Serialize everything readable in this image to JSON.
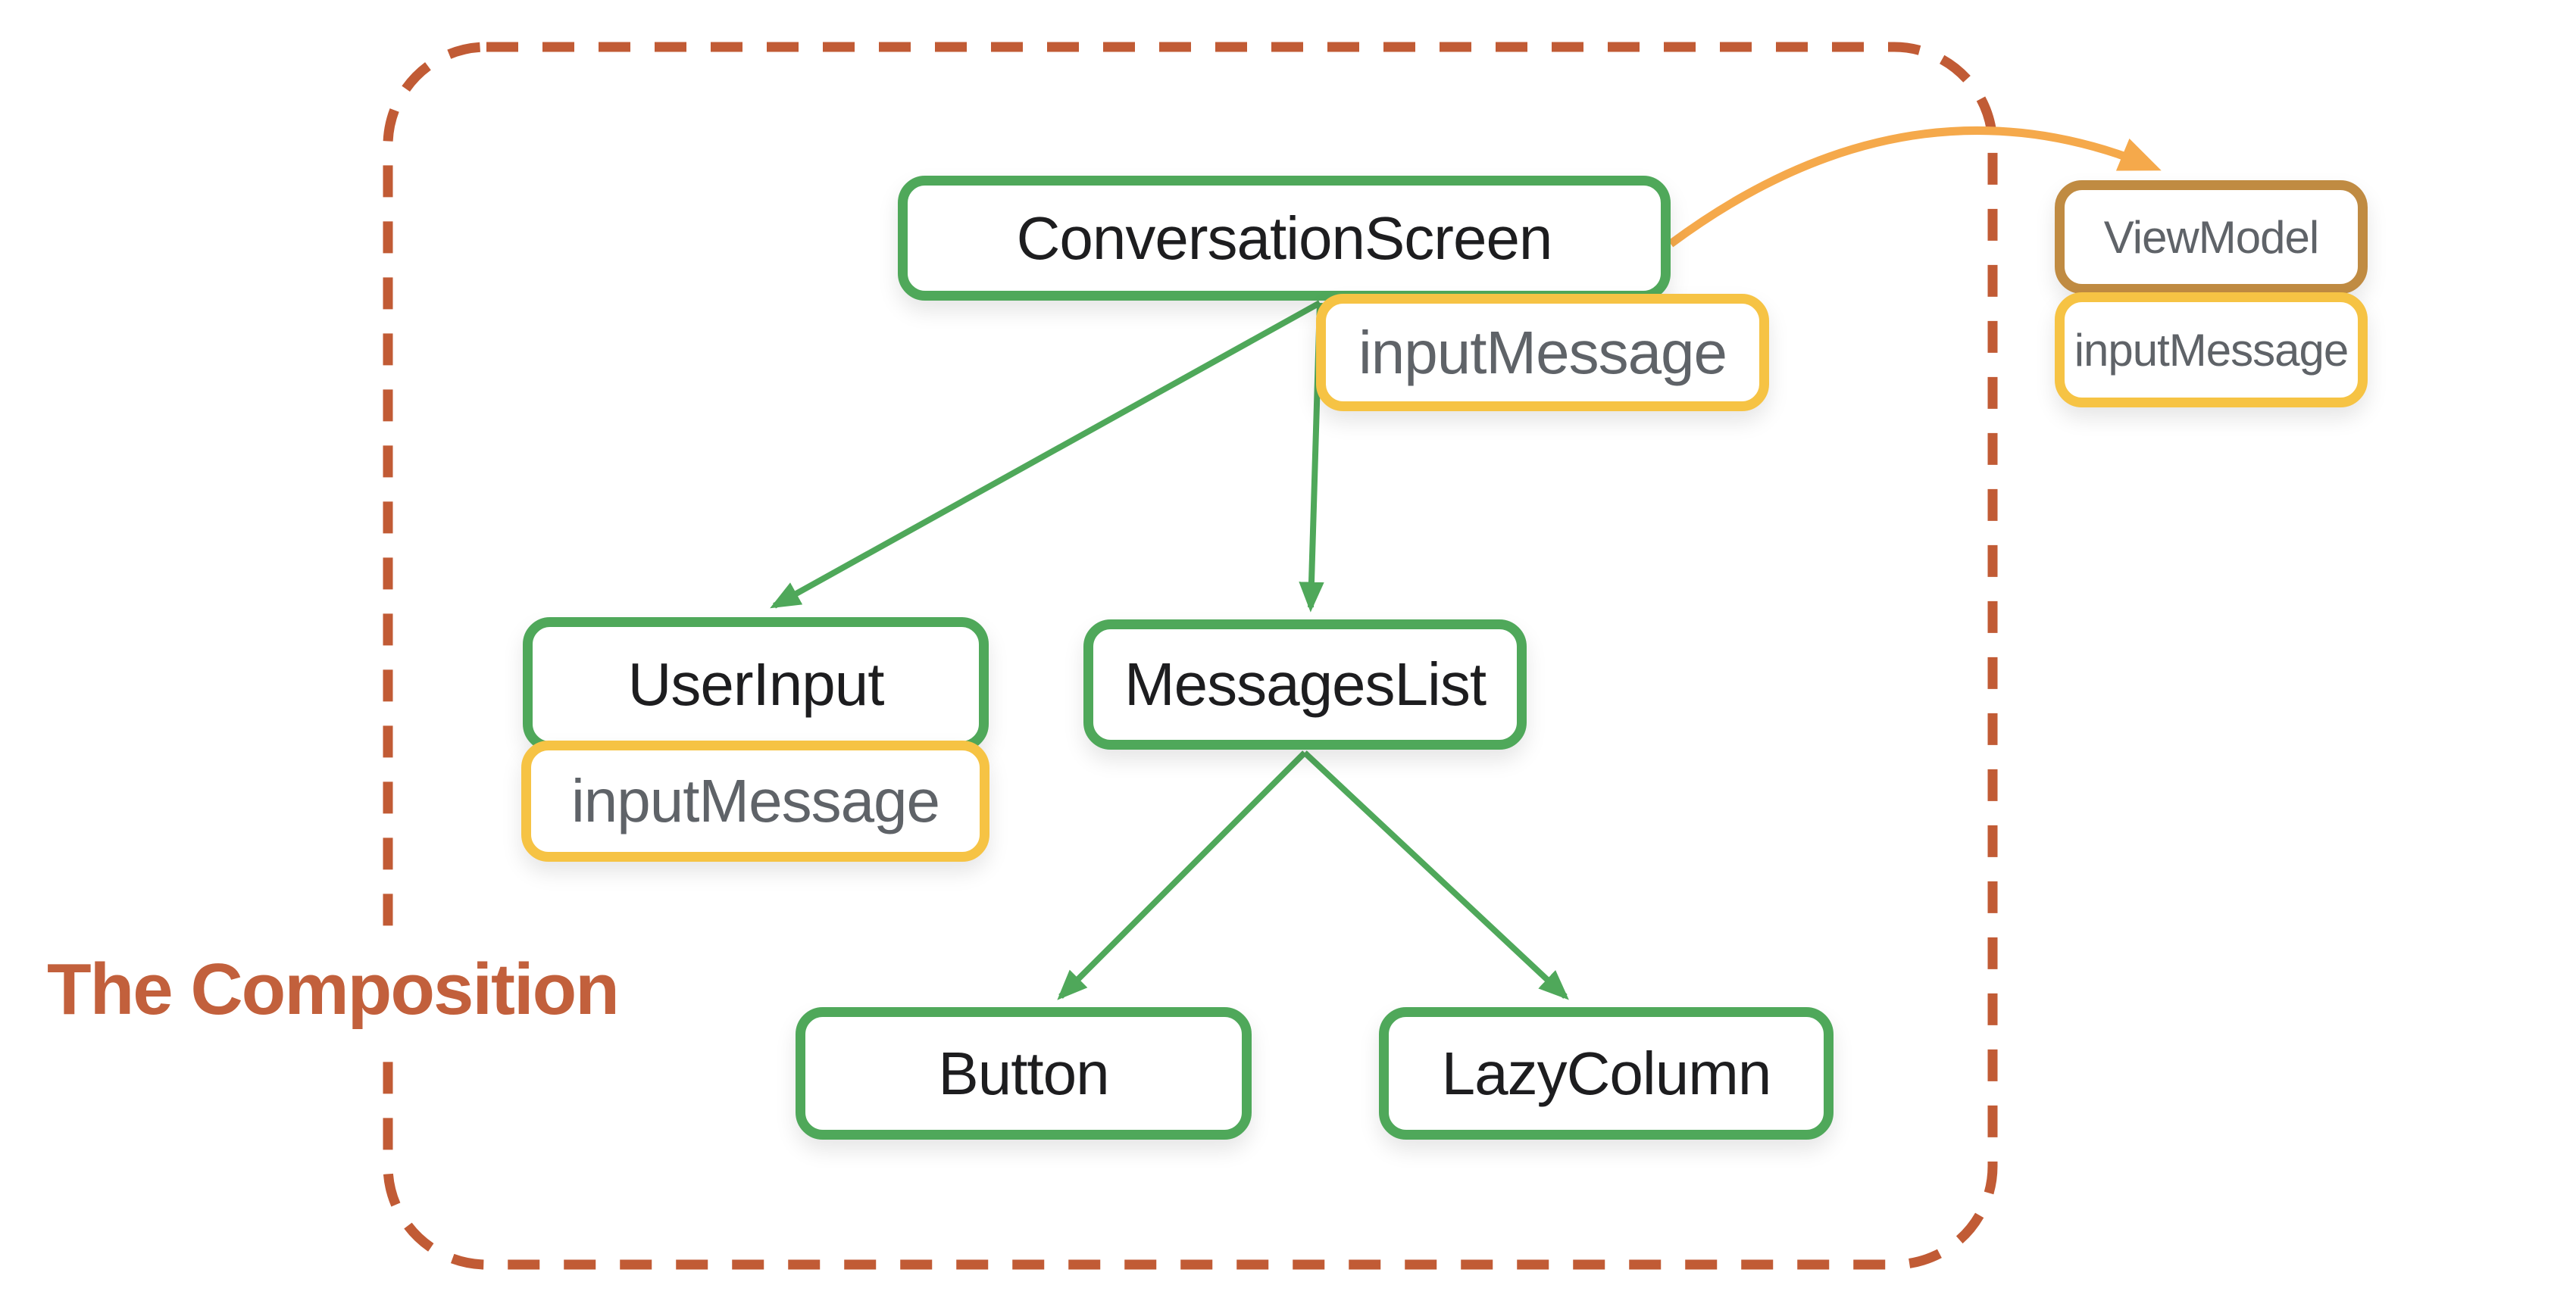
{
  "caption": "The Composition",
  "nodes": {
    "conversationScreen": "ConversationScreen",
    "conversationScreenState": "inputMessage",
    "userInput": "UserInput",
    "userInputState": "inputMessage",
    "messagesList": "MessagesList",
    "button": "Button",
    "lazyColumn": "LazyColumn",
    "viewModel": "ViewModel",
    "viewModelState": "inputMessage"
  },
  "edges": [
    {
      "from": "ConversationScreen",
      "to": "UserInput",
      "style": "green-arrow"
    },
    {
      "from": "ConversationScreen",
      "to": "MessagesList",
      "style": "green-arrow"
    },
    {
      "from": "MessagesList",
      "to": "Button",
      "style": "green-arrow"
    },
    {
      "from": "MessagesList",
      "to": "LazyColumn",
      "style": "green-arrow"
    },
    {
      "from": "ConversationScreen",
      "to": "ViewModel",
      "style": "orange-curved-arrow"
    }
  ],
  "colors": {
    "node_border_green": "#4fa85a",
    "state_border_yellow": "#f6c344",
    "viewmodel_border_brown": "#c08b42",
    "arrow_orange": "#f5a94b",
    "boundary_terracotta": "#c15b35",
    "caption_terracotta": "#c2603c",
    "label_dark": "#1d1d1f",
    "label_gray": "#5f6368"
  }
}
